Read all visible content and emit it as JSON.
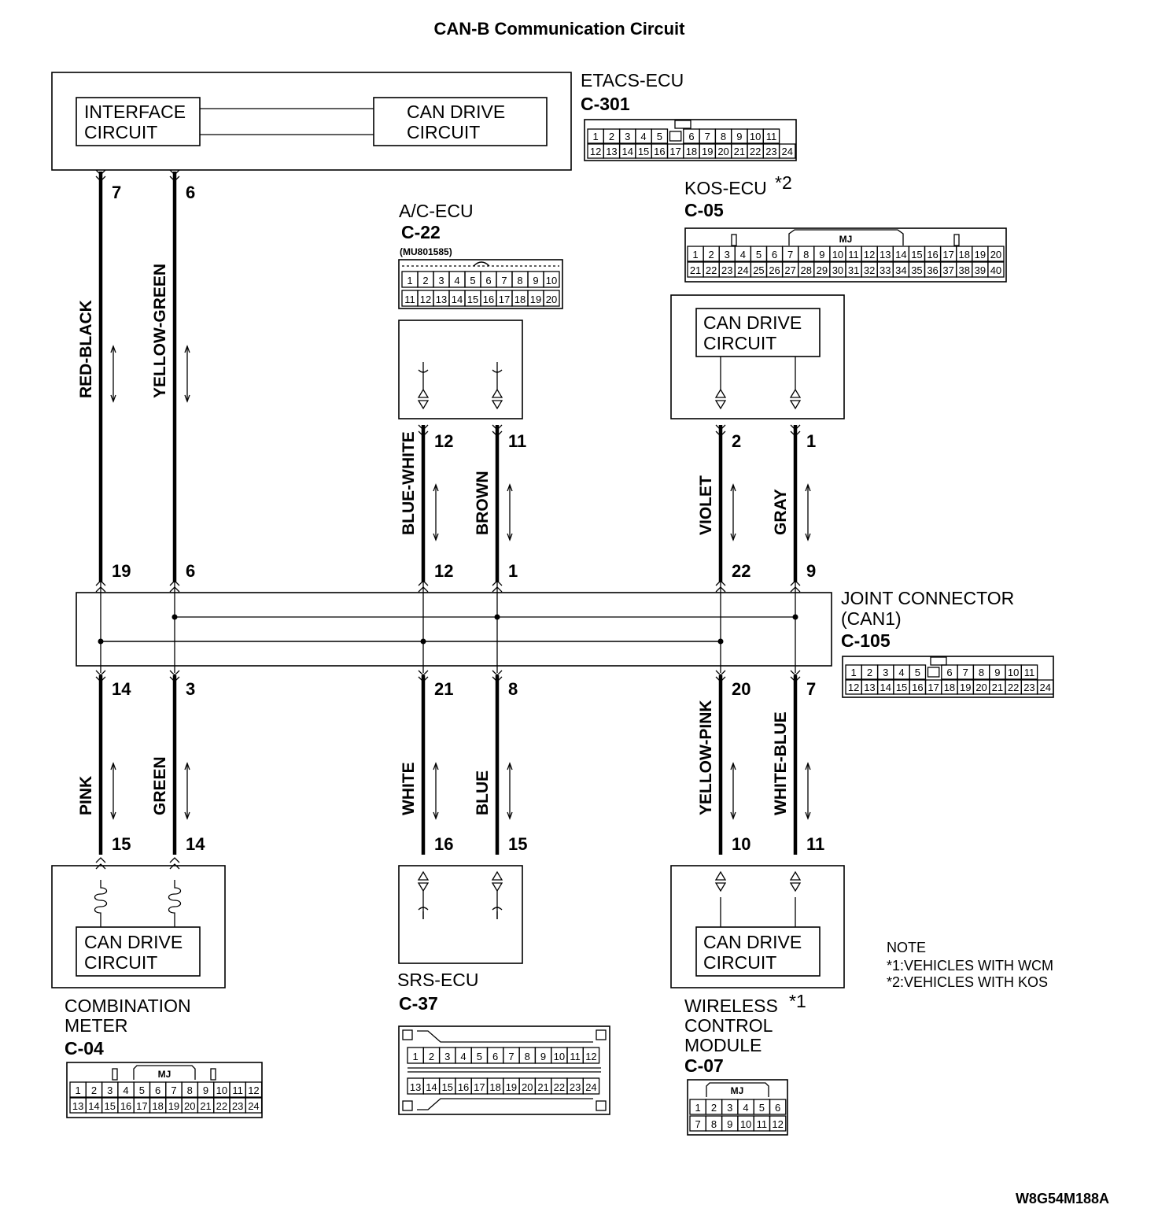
{
  "title": "CAN-B Communication Circuit",
  "figure_code": "W8G54M188A",
  "units": {
    "etacs": {
      "name": "ETACS-ECU",
      "connector": "C-301",
      "interface_label": [
        "INTERFACE",
        "CIRCUIT"
      ],
      "drive_label": [
        "CAN DRIVE",
        "CIRCUIT"
      ]
    },
    "ac": {
      "name": "A/C-ECU",
      "connector": "C-22",
      "part": "(MU801585)"
    },
    "kos": {
      "name": "KOS-ECU",
      "mark": "*2",
      "connector": "C-05",
      "drive_label": [
        "CAN DRIVE",
        "CIRCUIT"
      ]
    },
    "joint": {
      "name": [
        "JOINT CONNECTOR",
        "(CAN1)"
      ],
      "connector": "C-105"
    },
    "meter": {
      "name": [
        "COMBINATION",
        "METER"
      ],
      "connector": "C-04",
      "drive_label": [
        "CAN DRIVE",
        "CIRCUIT"
      ]
    },
    "srs": {
      "name": "SRS-ECU",
      "connector": "C-37"
    },
    "wcm": {
      "name": [
        "WIRELESS",
        "CONTROL",
        "MODULE"
      ],
      "mark": "*1",
      "connector": "C-07",
      "drive_label": [
        "CAN DRIVE",
        "CIRCUIT"
      ]
    }
  },
  "note": {
    "heading": "NOTE",
    "lines": [
      "*1:VEHICLES WITH WCM",
      "*2:VEHICLES WITH KOS"
    ]
  },
  "upper_wires": [
    {
      "color": "RED-BLACK",
      "top_pin": "7",
      "bottom_pin": "19"
    },
    {
      "color": "YELLOW-GREEN",
      "top_pin": "6",
      "bottom_pin": "6"
    },
    {
      "color": "BLUE-WHITE",
      "top_pin": "12",
      "bottom_pin": "12"
    },
    {
      "color": "BROWN",
      "top_pin": "11",
      "bottom_pin": "1"
    },
    {
      "color": "VIOLET",
      "top_pin": "2",
      "bottom_pin": "22"
    },
    {
      "color": "GRAY",
      "top_pin": "1",
      "bottom_pin": "9"
    }
  ],
  "lower_wires": [
    {
      "color": "PINK",
      "top_pin": "14",
      "bottom_pin": "15"
    },
    {
      "color": "GREEN",
      "top_pin": "3",
      "bottom_pin": "14"
    },
    {
      "color": "WHITE",
      "top_pin": "21",
      "bottom_pin": "16"
    },
    {
      "color": "BLUE",
      "top_pin": "8",
      "bottom_pin": "15"
    },
    {
      "color": "YELLOW-PINK",
      "top_pin": "20",
      "bottom_pin": "10"
    },
    {
      "color": "WHITE-BLUE",
      "top_pin": "7",
      "bottom_pin": "11"
    }
  ],
  "connector_faces": {
    "c301": {
      "row1": [
        "1",
        "2",
        "3",
        "4",
        "5",
        "",
        "6",
        "7",
        "8",
        "9",
        "10",
        "11"
      ],
      "row2": [
        "12",
        "13",
        "14",
        "15",
        "16",
        "17",
        "18",
        "19",
        "20",
        "21",
        "22",
        "23",
        "24"
      ]
    },
    "c22": {
      "row1": [
        "1",
        "2",
        "3",
        "4",
        "5",
        "6",
        "7",
        "8",
        "9",
        "10"
      ],
      "row2": [
        "11",
        "12",
        "13",
        "14",
        "15",
        "16",
        "17",
        "18",
        "19",
        "20"
      ]
    },
    "c05": {
      "tag": "MJ",
      "row1": [
        "1",
        "2",
        "3",
        "4",
        "5",
        "6",
        "7",
        "8",
        "9",
        "10",
        "11",
        "12",
        "13",
        "14",
        "15",
        "16",
        "17",
        "18",
        "19",
        "20"
      ],
      "row2": [
        "21",
        "22",
        "23",
        "24",
        "25",
        "26",
        "27",
        "28",
        "29",
        "30",
        "31",
        "32",
        "33",
        "34",
        "35",
        "36",
        "37",
        "38",
        "39",
        "40"
      ]
    },
    "c105": {
      "row1": [
        "1",
        "2",
        "3",
        "4",
        "5",
        "",
        "6",
        "7",
        "8",
        "9",
        "10",
        "11"
      ],
      "row2": [
        "12",
        "13",
        "14",
        "15",
        "16",
        "17",
        "18",
        "19",
        "20",
        "21",
        "22",
        "23",
        "24"
      ]
    },
    "c04": {
      "tag": "MJ",
      "row1": [
        "1",
        "2",
        "3",
        "4",
        "5",
        "6",
        "7",
        "8",
        "9",
        "10",
        "11",
        "12"
      ],
      "row2": [
        "13",
        "14",
        "15",
        "16",
        "17",
        "18",
        "19",
        "20",
        "21",
        "22",
        "23",
        "24"
      ]
    },
    "c37": {
      "row1": [
        "1",
        "2",
        "3",
        "4",
        "5",
        "6",
        "7",
        "8",
        "9",
        "10",
        "11",
        "12"
      ],
      "row2": [
        "13",
        "14",
        "15",
        "16",
        "17",
        "18",
        "19",
        "20",
        "21",
        "22",
        "23",
        "24"
      ]
    },
    "c07": {
      "tag": "MJ",
      "row1": [
        "1",
        "2",
        "3",
        "4",
        "5",
        "6"
      ],
      "row2": [
        "7",
        "8",
        "9",
        "10",
        "11",
        "12"
      ]
    }
  }
}
